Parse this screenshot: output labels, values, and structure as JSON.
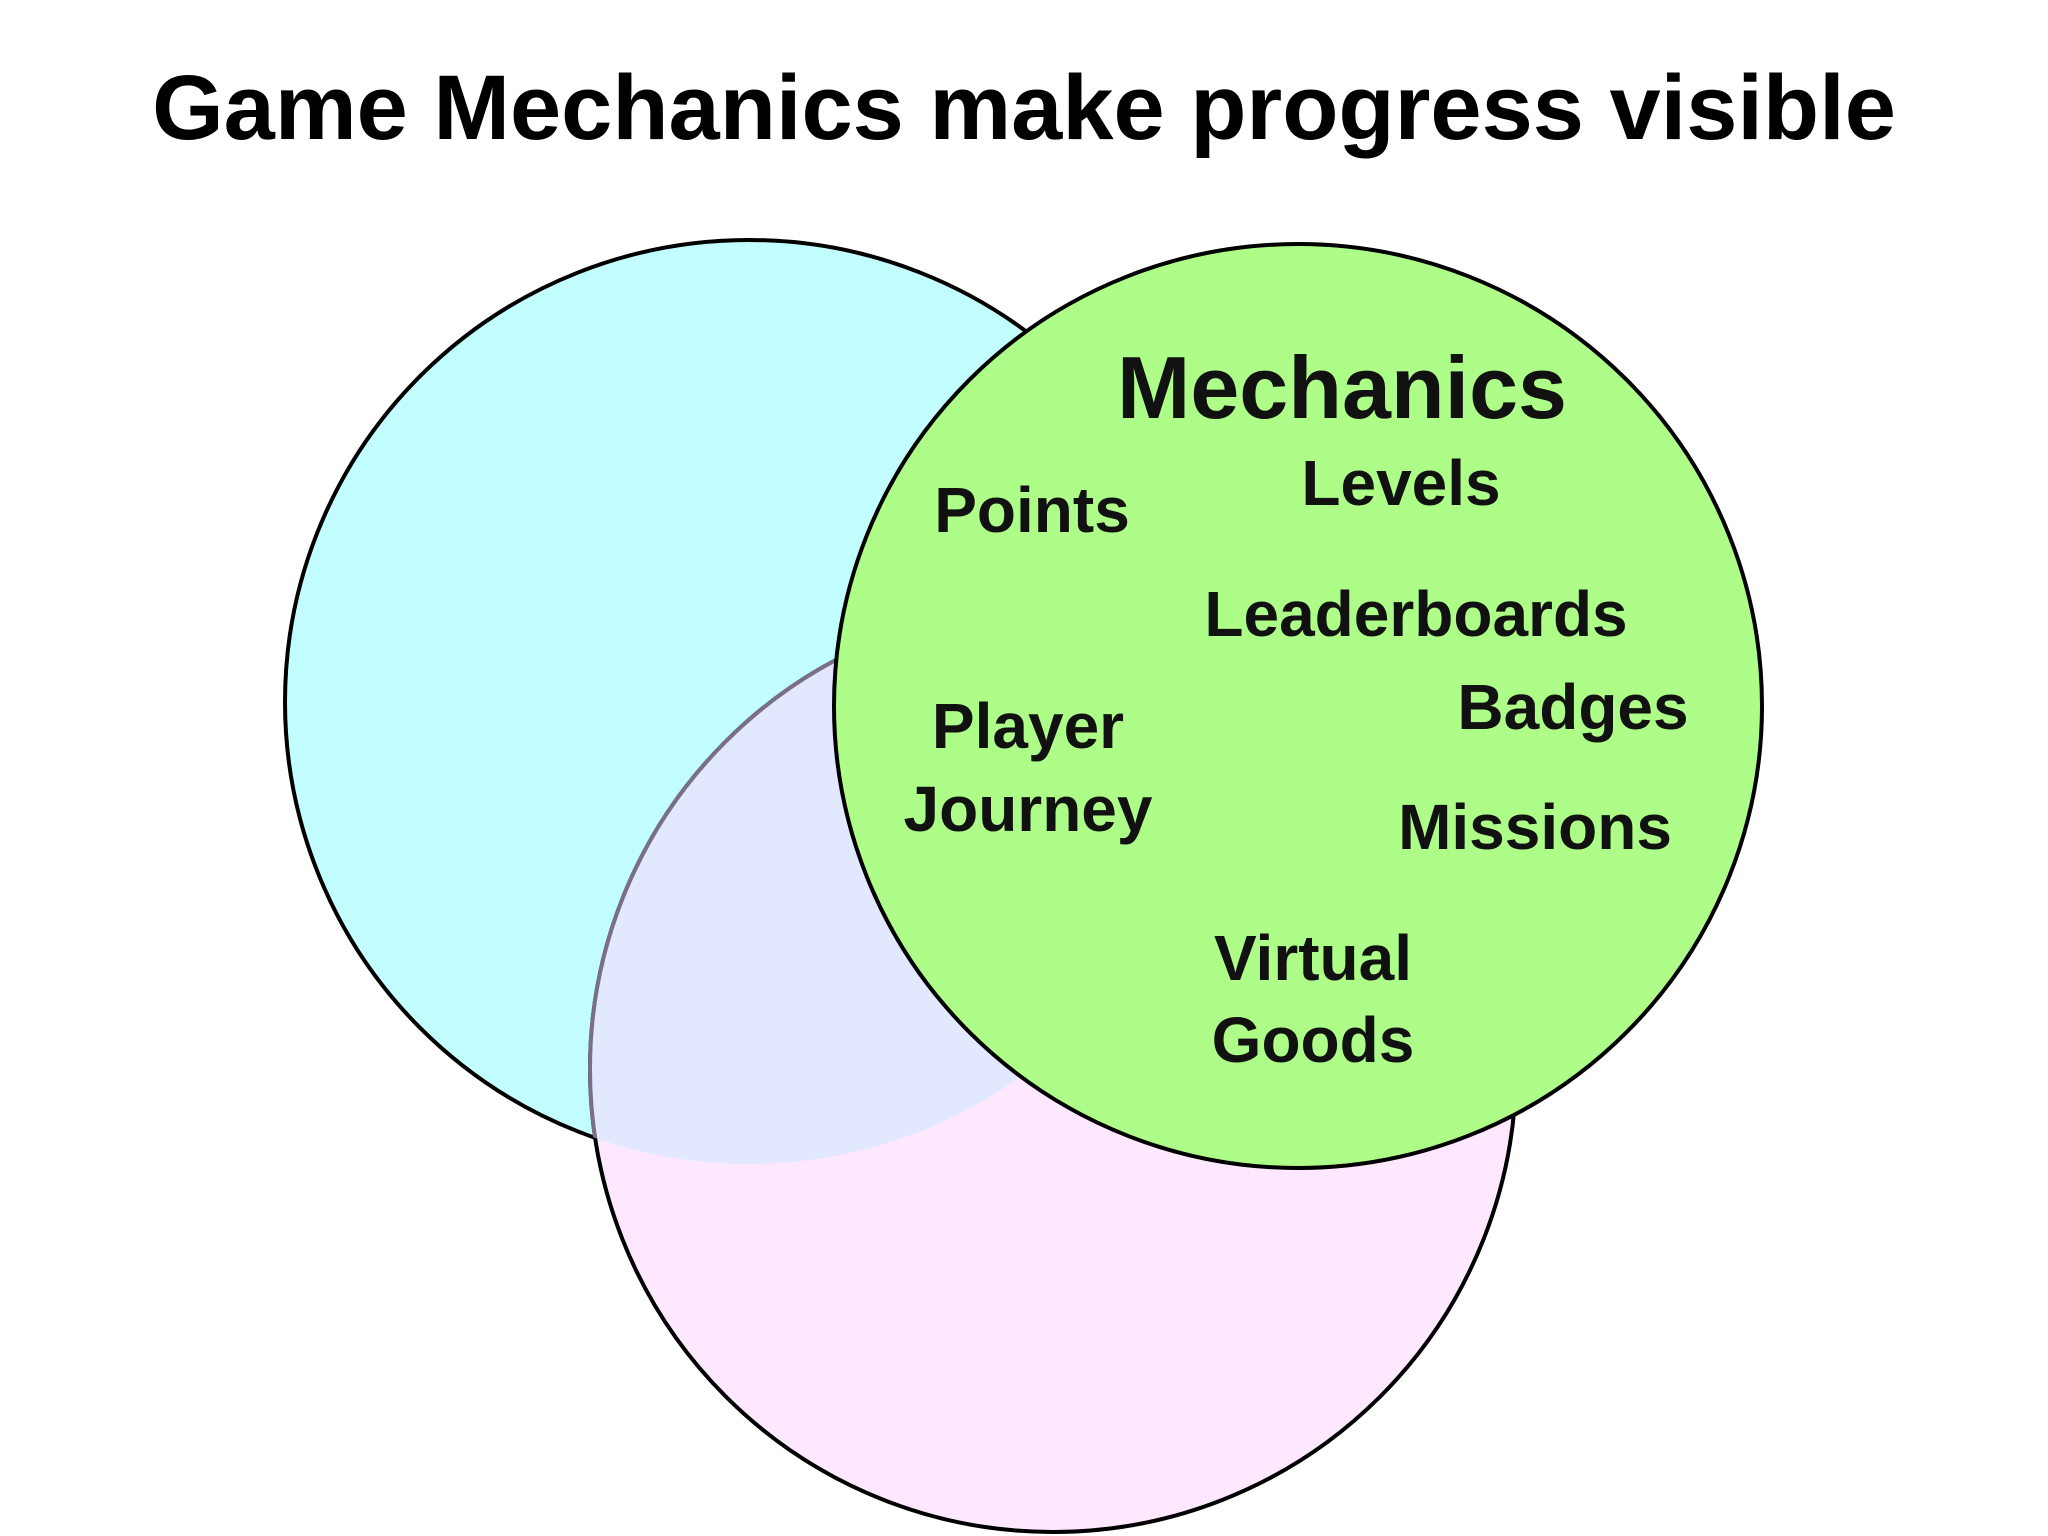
{
  "title": "Game Mechanics make progress visible",
  "diagram": {
    "type": "venn",
    "circles": [
      {
        "name": "left",
        "fill": "#c2feff",
        "stroke": "#000000"
      },
      {
        "name": "bottom",
        "fill": "#fde8ff",
        "stroke": "#000000"
      },
      {
        "name": "mechanics",
        "fill": "#adfd88",
        "stroke": "#000000"
      }
    ],
    "overlap_fill": "#e2e8ff",
    "mechanics_title": "Mechanics",
    "items": {
      "points": "Points",
      "levels": "Levels",
      "leaderboards": "Leaderboards",
      "badges": "Badges",
      "player_line1": "Player",
      "player_line2": "Journey",
      "missions": "Missions",
      "virtual_line1": "Virtual",
      "virtual_line2": "Goods"
    }
  }
}
